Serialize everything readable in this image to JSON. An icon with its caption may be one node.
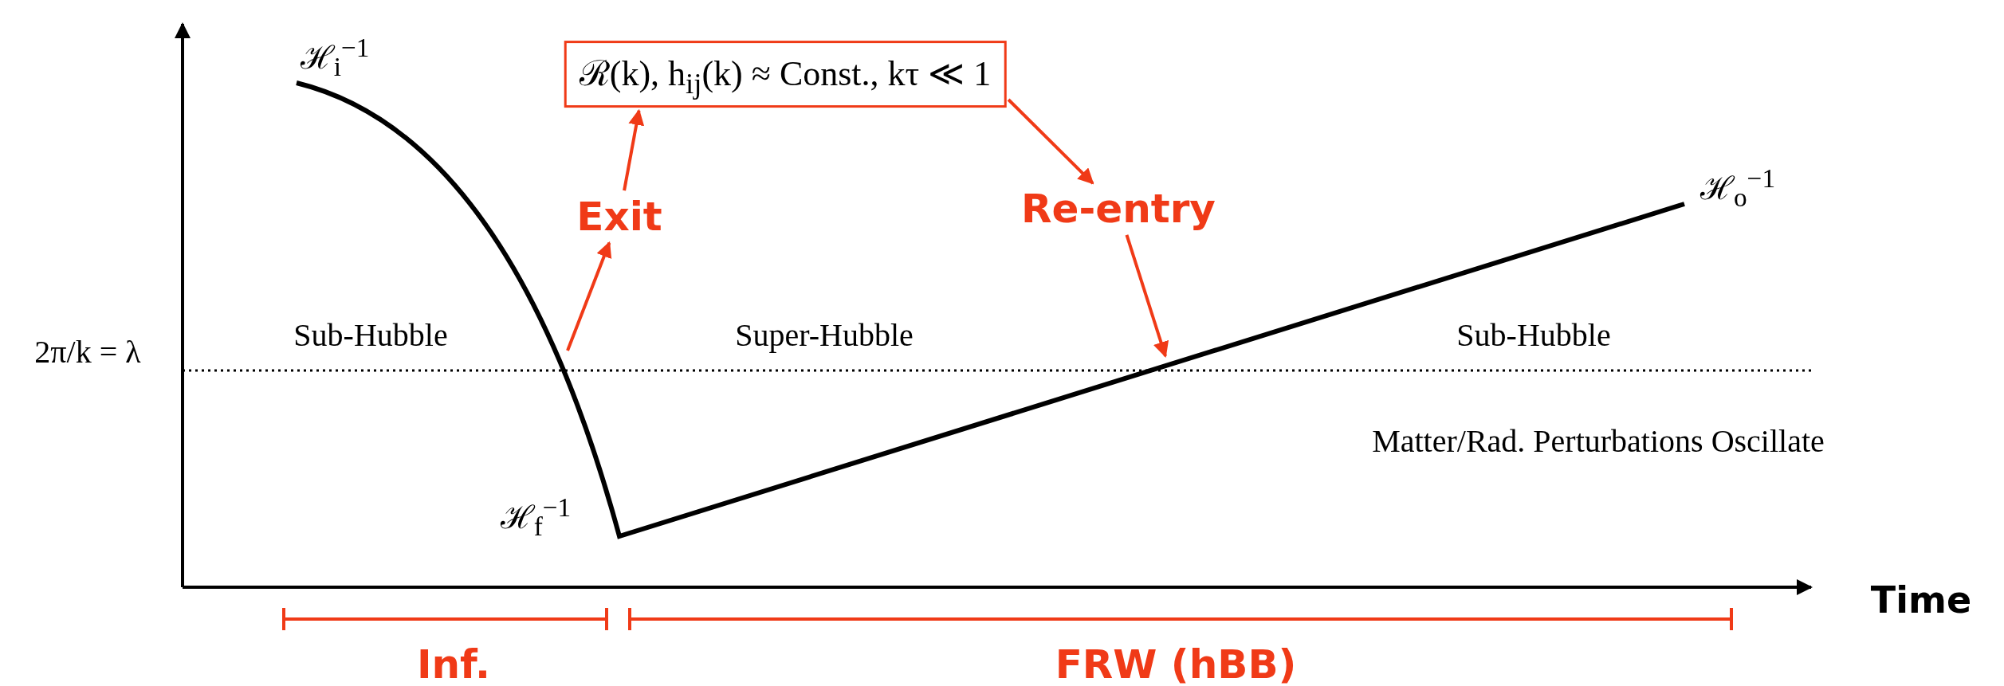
{
  "diagram": {
    "nodes": [
      {
        "text": [
          "ℛ(k), h$_{ij}$(k) ≈ Const., kτ ≪ 1"
        ]
      },
      {
        "text": [
          "Exit"
        ]
      },
      {
        "text": [
          "Re-entry"
        ]
      }
    ],
    "edges": [
      {
        "from": null,
        "to": 1,
        "arrow": "to"
      },
      {
        "from": 1,
        "to": 0,
        "arrow": "to"
      },
      {
        "from": 0,
        "to": 2,
        "arrow": "to"
      },
      {
        "from": 2,
        "to": null,
        "arrow": "to"
      }
    ],
    "labels": [
      "ℋ$_{i}$$^{−1}$",
      "ℋ$_{o}$$^{−1}$",
      "2π/k = λ",
      "Sub-Hubble",
      "Super-Hubble",
      "Sub-Hubble",
      "Matter/Rad. Perturbations Oscillate",
      "ℋ$_{f}$$^{−1}$",
      "Time",
      "Inf.",
      "FRW (hBB)"
    ]
  }
}
